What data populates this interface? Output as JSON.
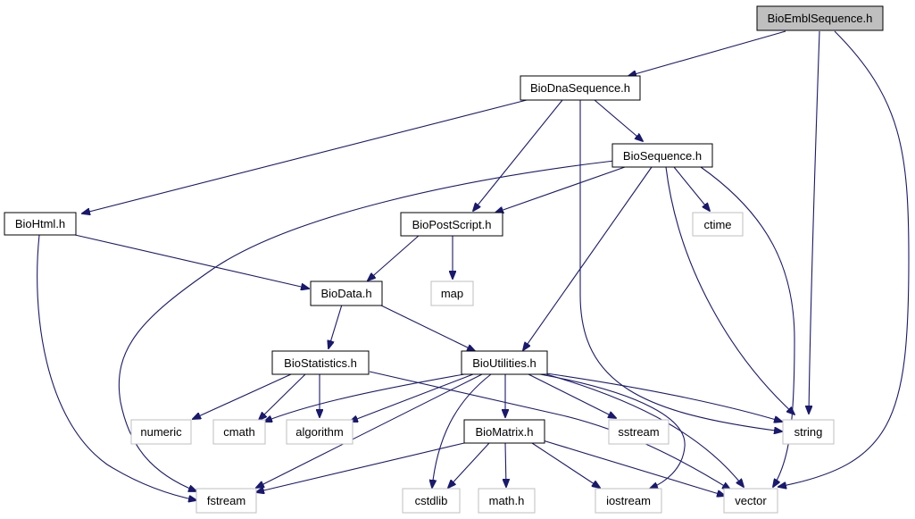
{
  "colors": {
    "edge": "#191970",
    "root_fill": "#bfbfbf",
    "header_border": "#000000",
    "external_border": "#bfbfbf",
    "background": "#ffffff"
  },
  "nodes": {
    "BioEmblSequence": {
      "label": "BioEmblSequence.h",
      "kind": "root"
    },
    "BioDnaSequence": {
      "label": "BioDnaSequence.h",
      "kind": "header"
    },
    "BioSequence": {
      "label": "BioSequence.h",
      "kind": "header"
    },
    "BioHtml": {
      "label": "BioHtml.h",
      "kind": "header"
    },
    "BioPostScript": {
      "label": "BioPostScript.h",
      "kind": "header"
    },
    "BioData": {
      "label": "BioData.h",
      "kind": "header"
    },
    "BioStatistics": {
      "label": "BioStatistics.h",
      "kind": "header"
    },
    "BioUtilities": {
      "label": "BioUtilities.h",
      "kind": "header"
    },
    "BioMatrix": {
      "label": "BioMatrix.h",
      "kind": "header"
    },
    "ctime": {
      "label": "ctime",
      "kind": "external"
    },
    "map": {
      "label": "map",
      "kind": "external"
    },
    "numeric": {
      "label": "numeric",
      "kind": "external"
    },
    "cmath": {
      "label": "cmath",
      "kind": "external"
    },
    "algorithm": {
      "label": "algorithm",
      "kind": "external"
    },
    "sstream": {
      "label": "sstream",
      "kind": "external"
    },
    "string": {
      "label": "string",
      "kind": "external"
    },
    "fstream": {
      "label": "fstream",
      "kind": "external"
    },
    "cstdlib": {
      "label": "cstdlib",
      "kind": "external"
    },
    "math_h": {
      "label": "math.h",
      "kind": "external"
    },
    "iostream": {
      "label": "iostream",
      "kind": "external"
    },
    "vector": {
      "label": "vector",
      "kind": "external"
    }
  },
  "edges": [
    [
      "BioEmblSequence",
      "BioDnaSequence"
    ],
    [
      "BioEmblSequence",
      "string"
    ],
    [
      "BioEmblSequence",
      "vector"
    ],
    [
      "BioDnaSequence",
      "BioHtml"
    ],
    [
      "BioDnaSequence",
      "BioPostScript"
    ],
    [
      "BioDnaSequence",
      "BioSequence"
    ],
    [
      "BioDnaSequence",
      "string"
    ],
    [
      "BioSequence",
      "fstream"
    ],
    [
      "BioSequence",
      "BioPostScript"
    ],
    [
      "BioSequence",
      "ctime"
    ],
    [
      "BioSequence",
      "BioUtilities"
    ],
    [
      "BioSequence",
      "string"
    ],
    [
      "BioSequence",
      "vector"
    ],
    [
      "BioHtml",
      "BioData"
    ],
    [
      "BioHtml",
      "fstream"
    ],
    [
      "BioPostScript",
      "BioData"
    ],
    [
      "BioPostScript",
      "map"
    ],
    [
      "BioData",
      "BioStatistics"
    ],
    [
      "BioData",
      "BioUtilities"
    ],
    [
      "BioStatistics",
      "numeric"
    ],
    [
      "BioStatistics",
      "cmath"
    ],
    [
      "BioStatistics",
      "algorithm"
    ],
    [
      "BioStatistics",
      "vector"
    ],
    [
      "BioUtilities",
      "cmath"
    ],
    [
      "BioUtilities",
      "algorithm"
    ],
    [
      "BioUtilities",
      "fstream"
    ],
    [
      "BioUtilities",
      "cstdlib"
    ],
    [
      "BioUtilities",
      "BioMatrix"
    ],
    [
      "BioUtilities",
      "sstream"
    ],
    [
      "BioUtilities",
      "string"
    ],
    [
      "BioUtilities",
      "iostream"
    ],
    [
      "BioUtilities",
      "vector"
    ],
    [
      "BioMatrix",
      "fstream"
    ],
    [
      "BioMatrix",
      "cstdlib"
    ],
    [
      "BioMatrix",
      "math_h"
    ],
    [
      "BioMatrix",
      "iostream"
    ],
    [
      "BioMatrix",
      "vector"
    ]
  ]
}
